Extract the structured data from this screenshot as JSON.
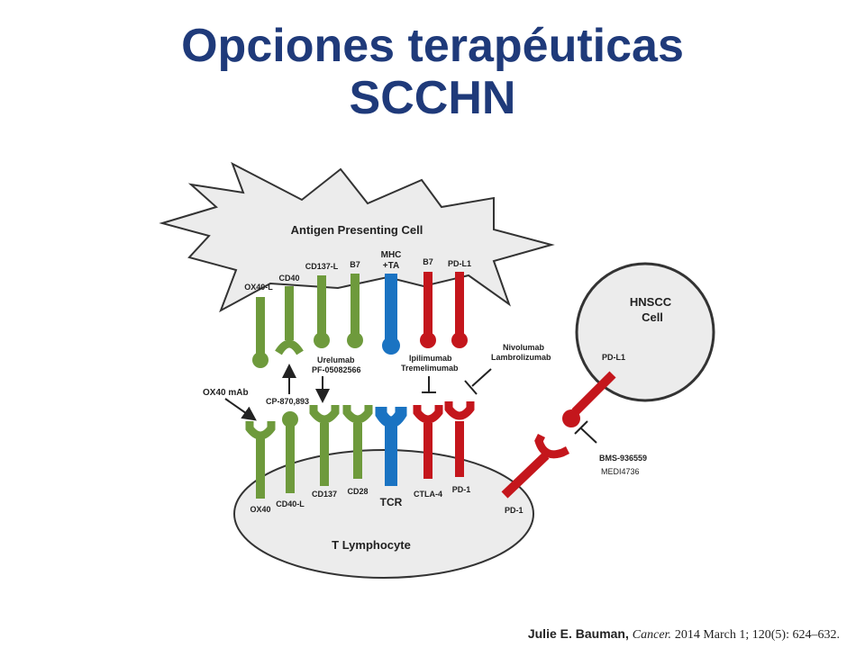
{
  "title": {
    "line1": "Opciones terapéuticas",
    "line2": "SCCHN"
  },
  "colors": {
    "title": "#1f3a7a",
    "costimulatory_green": "#6e9a3c",
    "tcr_blue": "#1a73c2",
    "checkpoint_red": "#c4161c",
    "cell_fill": "#ececec"
  },
  "cells": {
    "apc": "Antigen Presenting Cell",
    "t_cell": "T Lymphocyte",
    "hnscc_line1": "HNSCC",
    "hnscc_line2": "Cell"
  },
  "apc_ligands": {
    "ox40l": "OX40-L",
    "cd40": "CD40",
    "cd137l": "CD137-L",
    "b7": "B7",
    "mhc_line1": "MHC",
    "mhc_line2": "+TA",
    "b7_red": "B7",
    "pdl1": "PD-L1"
  },
  "t_receptors": {
    "ox40": "OX40",
    "cd40l": "CD40-L",
    "cd137": "CD137",
    "cd28": "CD28",
    "tcr": "TCR",
    "ctla4": "CTLA-4",
    "pd1": "PD-1",
    "pd1_right": "PD-1"
  },
  "tumor": {
    "pdl1": "PD-L1"
  },
  "drugs": {
    "ox40_mab": "OX40 mAb",
    "cp870": "CP-870,893",
    "urelumab": "Urelumab",
    "pf05082566": "PF-05082566",
    "ipilimumab": "Ipilimumab",
    "tremelimumab": "Tremelimumab",
    "nivolumab": "Nivolumab",
    "lambrolizumab": "Lambrolizumab",
    "bms936559": "BMS-936559",
    "medi4736": "MEDI4736"
  },
  "citation": {
    "author": "Julie E. Bauman,",
    "journal": "Cancer.",
    "ref": "2014 March 1; 120(5): 624–632."
  }
}
